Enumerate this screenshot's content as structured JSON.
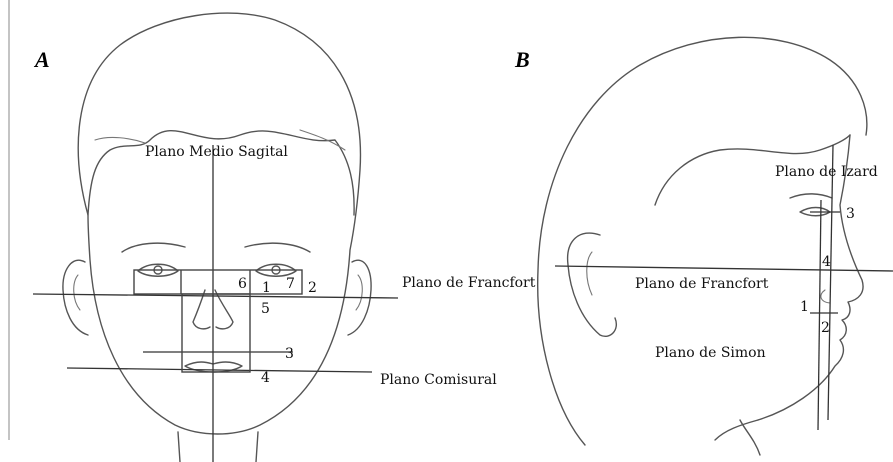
{
  "panel_a": {
    "letter": "A",
    "labels": {
      "sagittal": "Plano Medio Sagital",
      "frankfort": "Plano de Francfort",
      "commissural": "Plano Comisural"
    },
    "numbers": [
      "1",
      "2",
      "3",
      "4",
      "5",
      "6",
      "7"
    ]
  },
  "panel_b": {
    "letter": "B",
    "labels": {
      "izard": "Plano de Izard",
      "frankfort": "Plano de Francfort",
      "simon": "Plano de Simon"
    },
    "numbers": [
      "1",
      "2",
      "3",
      "4"
    ]
  }
}
